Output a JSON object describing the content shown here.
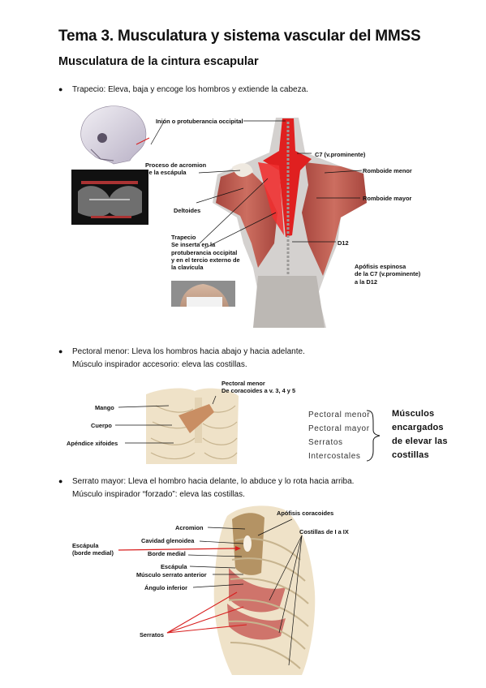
{
  "doc": {
    "title": "Tema 3. Musculatura y sistema vascular del MMSS",
    "subtitle": "Musculatura de la cintura escapular"
  },
  "trapecio": {
    "bullet": "Trapecio: Eleva, baja y encoge los hombros y extiende la cabeza.",
    "labels": {
      "inion": "Inión o protuberancia occipital",
      "c7": "C7 (v.prominente)",
      "acromion_1": "Proceso de acromion",
      "acromion_2": "de la escápula",
      "romboide_menor": "Romboide menor",
      "romboide_mayor": "Romboide mayor",
      "deltoides": "Deltoides",
      "trapecio_1": "Trapecio",
      "trapecio_2": "Se inserta en la",
      "trapecio_3": "protuberancia occipital",
      "trapecio_4": "y en el tercio externo de",
      "trapecio_5": "la clavícula",
      "d12": "D12",
      "apofisis_1": "Apófisis espinosa",
      "apofisis_2": "de la C7 (v.prominente)",
      "apofisis_3": "a la D12"
    }
  },
  "pectoral": {
    "bullet": "Pectoral menor: Lleva los hombros hacia abajo y hacia adelante.",
    "line2": "Músculo inspirador accesorio: eleva las costillas.",
    "labels": {
      "pectoral_1": "Pectoral menor",
      "pectoral_2": "De coracoides a v. 3, 4 y 5",
      "mango": "Mango",
      "cuerpo": "Cuerpo",
      "apendice": "Apéndice xifoides"
    },
    "list": [
      "Pectoral menor",
      "Pectoral mayor",
      "Serratos",
      "Intercostales"
    ],
    "list_note": [
      "Músculos",
      "encargados",
      "de elevar las",
      "costillas"
    ]
  },
  "serrato": {
    "bullet": "Serrato mayor: Lleva el hombro hacia delante, lo abduce y lo rota hacia arriba.",
    "line2": "Músculo inspirador “forzado”: eleva las costillas.",
    "labels": {
      "acromion": "Acromion",
      "apofisis": "Apófisis coracoides",
      "cavidad": "Cavidad glenoidea",
      "costillas": "Costillas de I a IX",
      "escapula_1": "Escápula",
      "escapula_2": "(borde medial)",
      "borde": "Borde medial",
      "escapula": "Escápula",
      "musculo": "Músculo serrato anterior",
      "angulo": "Ángulo inferior",
      "serratos": "Serratos"
    }
  },
  "colors": {
    "muscle": "#c0574c",
    "muscle_red": "#e02020",
    "bone": "#e9ddc3",
    "arrow_red": "#d81e1e"
  }
}
